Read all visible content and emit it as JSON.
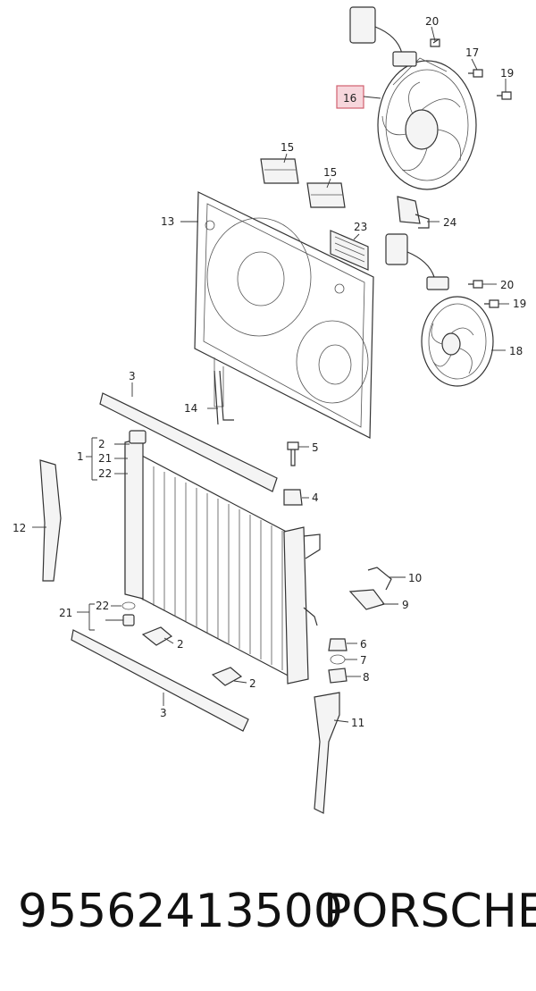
{
  "diagram": {
    "highlighted_callout": "16",
    "callouts": {
      "c20a": "20",
      "c17": "17",
      "c19a": "19",
      "c16": "16",
      "c15a": "15",
      "c15b": "15",
      "c13": "13",
      "c23": "23",
      "c24": "24",
      "c20b": "20",
      "c19b": "19",
      "c18": "18",
      "c3a": "3",
      "c14": "14",
      "c1": "1",
      "c2a": "2",
      "c21a": "21",
      "c22a": "22",
      "c5": "5",
      "c4": "4",
      "c12": "12",
      "c10": "10",
      "c9": "9",
      "c22b": "22",
      "c21b": "21",
      "c2b": "2",
      "c6": "6",
      "c7": "7",
      "c2c": "2",
      "c8": "8",
      "c3b": "3",
      "c11": "11"
    }
  },
  "footer": {
    "part_number": "95562413500",
    "brand": "PORSCHE"
  }
}
